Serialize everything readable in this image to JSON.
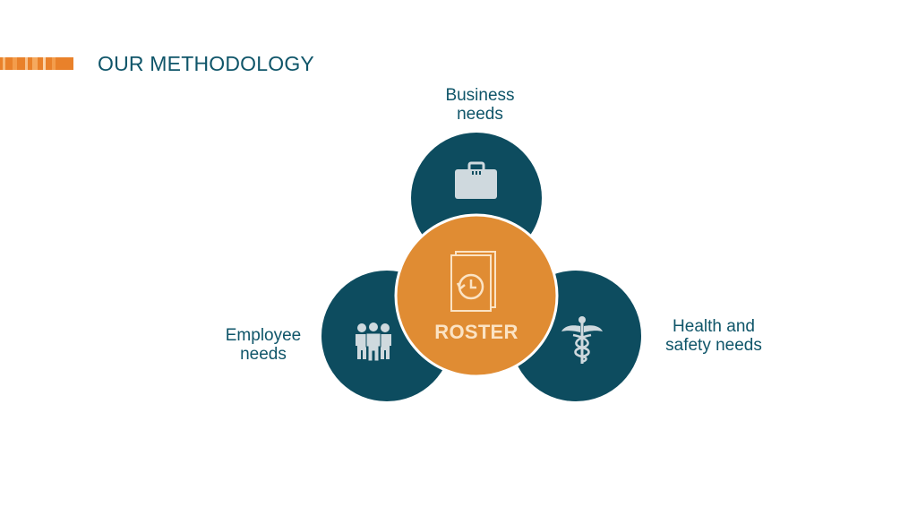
{
  "header": {
    "title": "OUR METHODOLOGY"
  },
  "diagram": {
    "center": {
      "label": "ROSTER",
      "icon": "roster-clock-icon"
    },
    "nodes": [
      {
        "label": "Business\nneeds",
        "icon": "briefcase-icon"
      },
      {
        "label": "Employee\nneeds",
        "icon": "people-group-icon"
      },
      {
        "label": "Health and\nsafety needs",
        "icon": "caduceus-icon"
      }
    ]
  },
  "colors": {
    "teal": "#0d4c5f",
    "orange": "#e08c33",
    "icon_light": "#cfd9de",
    "text": "#0f5569"
  }
}
